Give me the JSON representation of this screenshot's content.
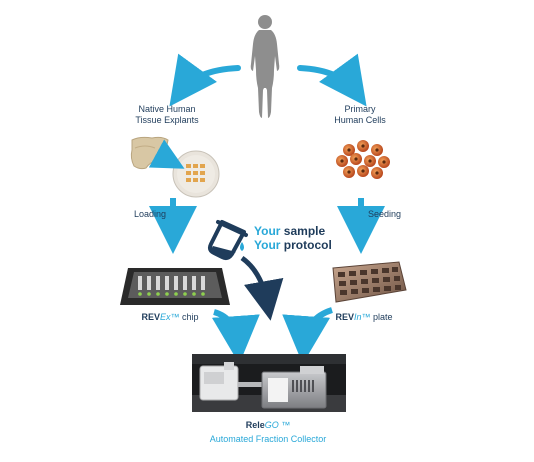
{
  "left_source": {
    "line1": "Native Human",
    "line2": "Tissue Explants"
  },
  "right_source": {
    "line1": "Primary",
    "line2": "Human Cells"
  },
  "left_step": "Loading",
  "right_step": "Seeding",
  "tagline": {
    "your1": "Your",
    "sample": "sample",
    "your2": "Your",
    "protocol": "protocol"
  },
  "revex": {
    "bold": "REV",
    "italic": "Ex",
    "tm": "™",
    "suffix": "chip"
  },
  "revin": {
    "bold": "REV",
    "italic": "In",
    "tm": "™",
    "suffix": "plate"
  },
  "relego": {
    "bold": "Rele",
    "italic": "GO",
    "tm": " ™",
    "subtitle": "Automated Fraction Collector"
  },
  "colors": {
    "accent": "#29a8d8",
    "dark": "#1f3c5b",
    "cell": "#d9682a",
    "silhouette": "#8e8e8e"
  },
  "icons": [
    "human-silhouette-icon",
    "tissue-explant-icon",
    "cells-icon",
    "test-tube-icon",
    "revex-chip-icon",
    "revin-plate-icon",
    "relego-device-icon"
  ]
}
